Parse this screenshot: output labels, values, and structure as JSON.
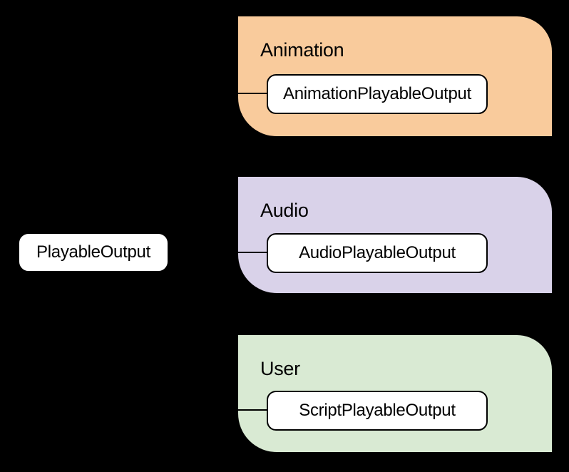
{
  "canvas": {
    "background": "#000000"
  },
  "base_node": {
    "label": "PlayableOutput",
    "fill": "#FFFFFF",
    "text_color": "#000000"
  },
  "groups": [
    {
      "label": "Animation",
      "fill": "#F9CB9C",
      "node": {
        "label": "AnimationPlayableOutput"
      }
    },
    {
      "label": "Audio",
      "fill": "#D9D2E9",
      "node": {
        "label": "AudioPlayableOutput"
      }
    },
    {
      "label": "User",
      "fill": "#D9EAD3",
      "node": {
        "label": "ScriptPlayableOutput"
      }
    }
  ],
  "connectors": {
    "color": "#000000"
  }
}
